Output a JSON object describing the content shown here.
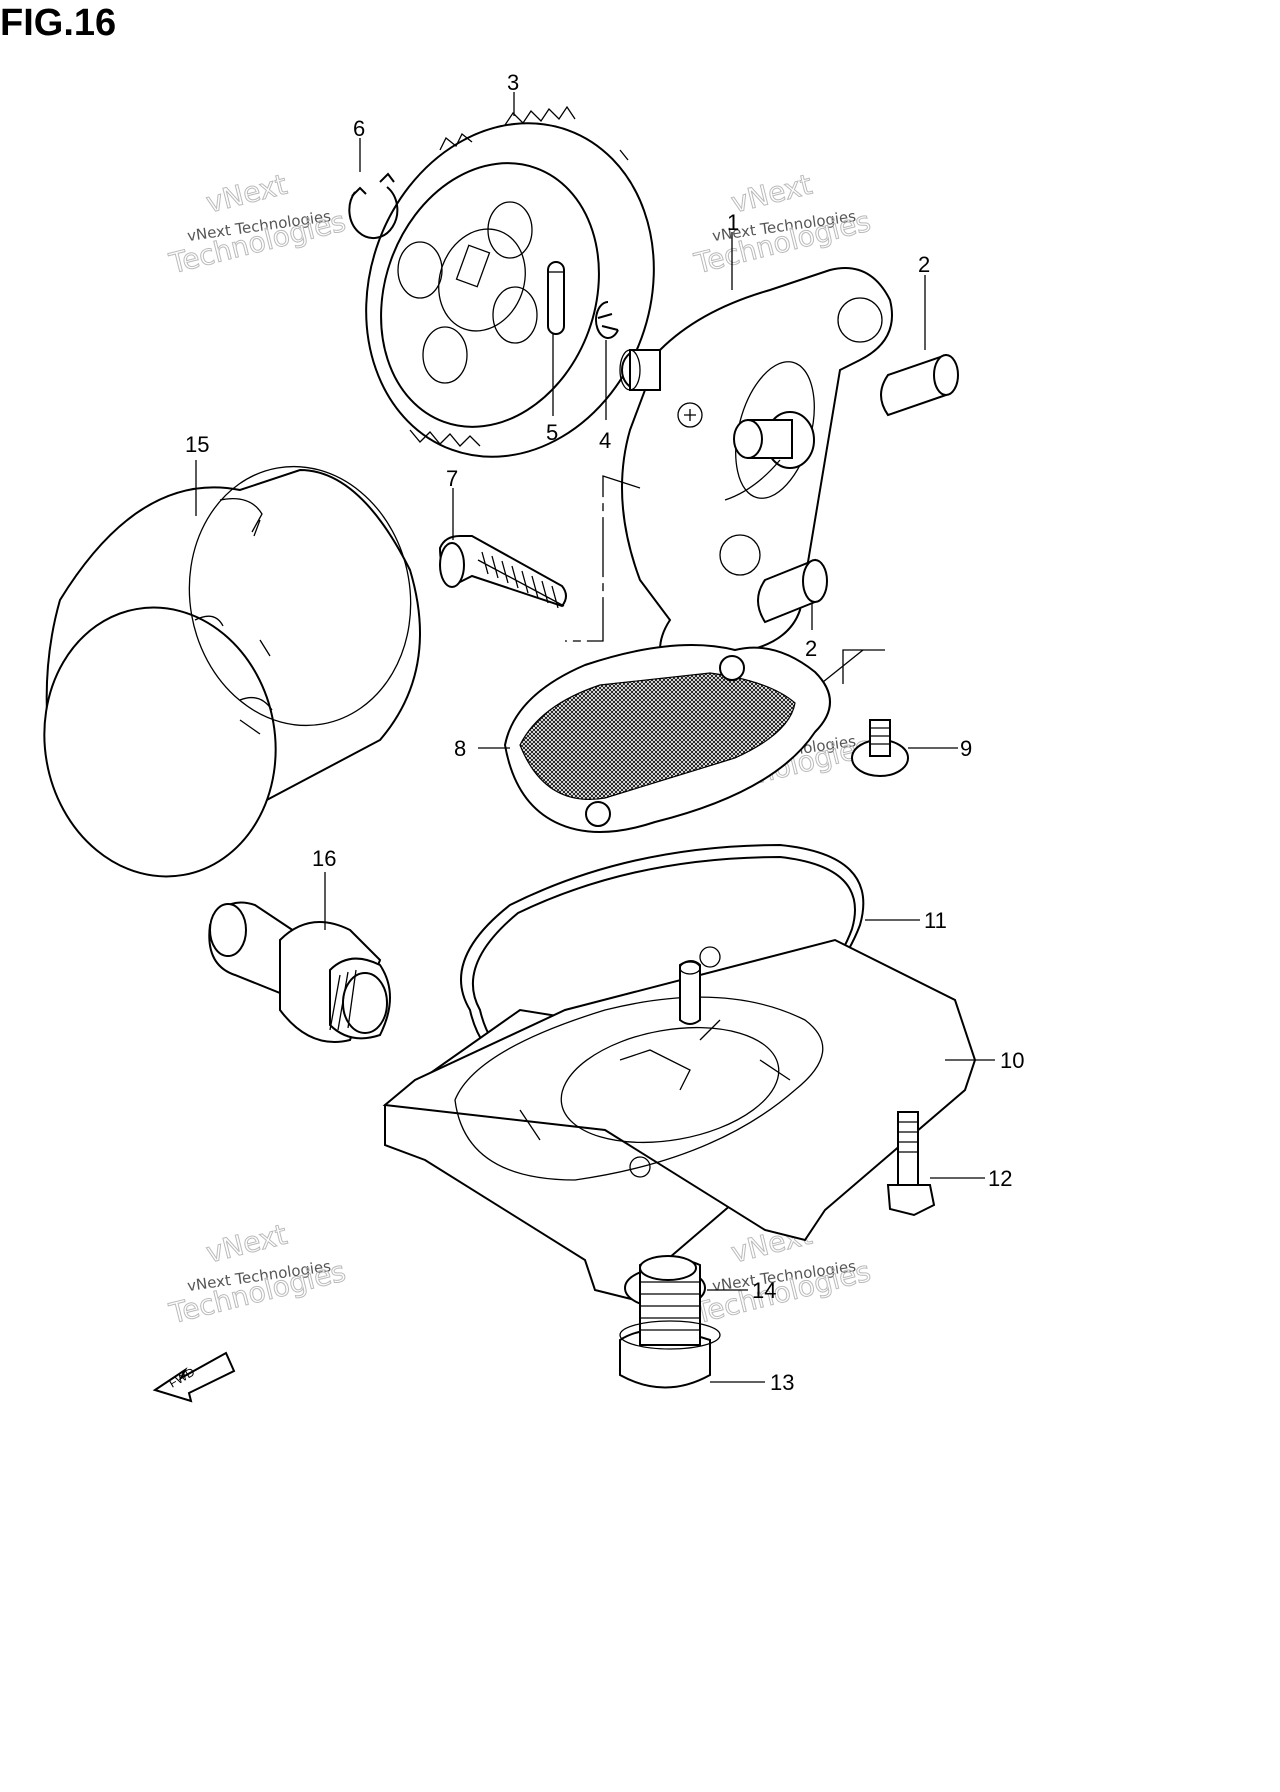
{
  "figure": {
    "title": "FIG.16"
  },
  "callouts": [
    {
      "id": "1",
      "label": "1"
    },
    {
      "id": "2a",
      "label": "2"
    },
    {
      "id": "2b",
      "label": "2"
    },
    {
      "id": "3",
      "label": "3"
    },
    {
      "id": "4",
      "label": "4"
    },
    {
      "id": "5",
      "label": "5"
    },
    {
      "id": "6",
      "label": "6"
    },
    {
      "id": "7",
      "label": "7"
    },
    {
      "id": "8",
      "label": "8"
    },
    {
      "id": "9",
      "label": "9"
    },
    {
      "id": "10",
      "label": "10"
    },
    {
      "id": "11",
      "label": "11"
    },
    {
      "id": "12",
      "label": "12"
    },
    {
      "id": "13",
      "label": "13"
    },
    {
      "id": "14",
      "label": "14"
    },
    {
      "id": "15",
      "label": "15"
    },
    {
      "id": "16",
      "label": "16"
    }
  ],
  "watermark": {
    "line1": "vNext Technologies",
    "line2": "vNext",
    "line3": "Technologies"
  },
  "direction_arrow": {
    "label": "FWD"
  }
}
